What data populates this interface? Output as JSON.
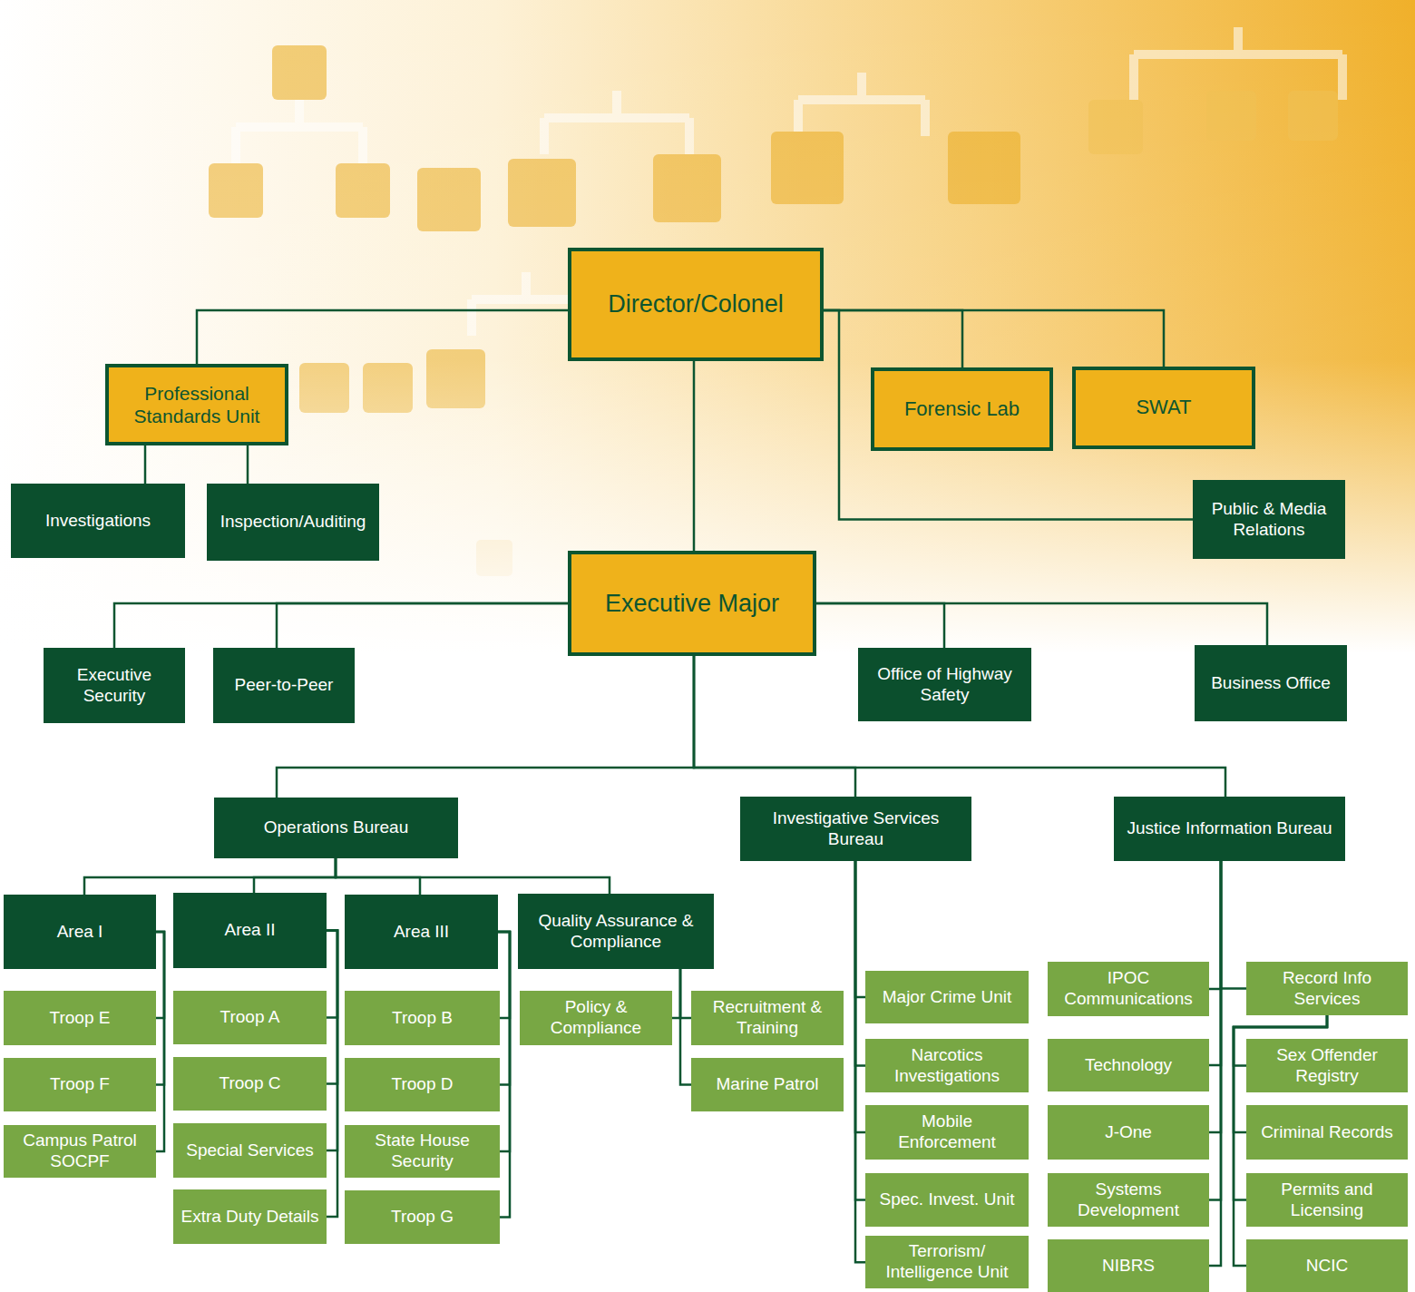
{
  "diagram": {
    "nodes": [
      {
        "text": [
          "Director/Colonel"
        ]
      },
      {
        "text": [
          "Professional Standards Unit"
        ]
      },
      {
        "text": [
          "Forensic Lab"
        ]
      },
      {
        "text": [
          "SWAT"
        ]
      },
      {
        "text": [
          "Investigations"
        ]
      },
      {
        "text": [
          "Inspection/Auditing"
        ]
      },
      {
        "text": [
          "Public & Media Relations"
        ]
      },
      {
        "text": [
          "Executive Major"
        ]
      },
      {
        "text": [
          "Executive Security"
        ]
      },
      {
        "text": [
          "Peer-to-Peer"
        ]
      },
      {
        "text": [
          "Office of Highway Safety"
        ]
      },
      {
        "text": [
          "Business Office"
        ]
      },
      {
        "text": [
          "Operations Bureau"
        ]
      },
      {
        "text": [
          "Investigative Services Bureau"
        ]
      },
      {
        "text": [
          "Justice Information Bureau"
        ]
      },
      {
        "text": [
          "Area I"
        ]
      },
      {
        "text": [
          "Area II"
        ]
      },
      {
        "text": [
          "Area III"
        ]
      },
      {
        "text": [
          "Quality Assurance & Compliance"
        ]
      },
      {
        "text": [
          "Troop E"
        ]
      },
      {
        "text": [
          "Troop F"
        ]
      },
      {
        "text": [
          "Campus Patrol SOCPF"
        ]
      },
      {
        "text": [
          "Troop A"
        ]
      },
      {
        "text": [
          "Troop C"
        ]
      },
      {
        "text": [
          "Special Services"
        ]
      },
      {
        "text": [
          "Extra Duty Details"
        ]
      },
      {
        "text": [
          "Troop B"
        ]
      },
      {
        "text": [
          "Troop D"
        ]
      },
      {
        "text": [
          "State House Security"
        ]
      },
      {
        "text": [
          "Troop G"
        ]
      },
      {
        "text": [
          "Policy & Compliance"
        ]
      },
      {
        "text": [
          "Recruitment & Training"
        ]
      },
      {
        "text": [
          "Marine Patrol"
        ]
      },
      {
        "text": [
          "Major Crime Unit"
        ]
      },
      {
        "text": [
          "Narcotics Investigations"
        ]
      },
      {
        "text": [
          "Mobile Enforcement"
        ]
      },
      {
        "text": [
          "Spec. Invest. Unit"
        ]
      },
      {
        "text": [
          "Terrorism/ Intelligence Unit"
        ]
      },
      {
        "text": [
          "IPOC Communications"
        ]
      },
      {
        "text": [
          "Record Info Services"
        ]
      },
      {
        "text": [
          "Technology"
        ]
      },
      {
        "text": [
          "Sex Offender Registry"
        ]
      },
      {
        "text": [
          "J-One"
        ]
      },
      {
        "text": [
          "Criminal Records"
        ]
      },
      {
        "text": [
          "Systems Development"
        ]
      },
      {
        "text": [
          "Permits and Licensing"
        ]
      },
      {
        "text": [
          "NIBRS"
        ]
      },
      {
        "text": [
          "NCIC"
        ]
      }
    ],
    "edges": [
      {
        "from": 0,
        "to": 1,
        "arrow": "none"
      },
      {
        "from": 0,
        "to": 2,
        "arrow": "none"
      },
      {
        "from": 0,
        "to": 3,
        "arrow": "none"
      },
      {
        "from": 0,
        "to": 6,
        "arrow": "none"
      },
      {
        "from": 0,
        "to": 7,
        "arrow": "none"
      },
      {
        "from": 1,
        "to": 4,
        "arrow": "none"
      },
      {
        "from": 1,
        "to": 5,
        "arrow": "none"
      },
      {
        "from": 7,
        "to": 8,
        "arrow": "none"
      },
      {
        "from": 7,
        "to": 9,
        "arrow": "none"
      },
      {
        "from": 7,
        "to": 10,
        "arrow": "none"
      },
      {
        "from": 7,
        "to": 11,
        "arrow": "none"
      },
      {
        "from": 7,
        "to": 12,
        "arrow": "none"
      },
      {
        "from": 7,
        "to": 13,
        "arrow": "none"
      },
      {
        "from": 7,
        "to": 14,
        "arrow": "none"
      },
      {
        "from": 12,
        "to": 15,
        "arrow": "none"
      },
      {
        "from": 12,
        "to": 16,
        "arrow": "none"
      },
      {
        "from": 12,
        "to": 17,
        "arrow": "none"
      },
      {
        "from": 12,
        "to": 18,
        "arrow": "none"
      },
      {
        "from": 15,
        "to": 19,
        "arrow": "none"
      },
      {
        "from": 15,
        "to": 20,
        "arrow": "none"
      },
      {
        "from": 15,
        "to": 21,
        "arrow": "none"
      },
      {
        "from": 16,
        "to": 22,
        "arrow": "none"
      },
      {
        "from": 16,
        "to": 23,
        "arrow": "none"
      },
      {
        "from": 16,
        "to": 24,
        "arrow": "none"
      },
      {
        "from": 16,
        "to": 25,
        "arrow": "none"
      },
      {
        "from": 17,
        "to": 26,
        "arrow": "none"
      },
      {
        "from": 17,
        "to": 27,
        "arrow": "none"
      },
      {
        "from": 17,
        "to": 28,
        "arrow": "none"
      },
      {
        "from": 17,
        "to": 29,
        "arrow": "none"
      },
      {
        "from": 18,
        "to": 30,
        "arrow": "none"
      },
      {
        "from": 18,
        "to": 31,
        "arrow": "none"
      },
      {
        "from": 18,
        "to": 32,
        "arrow": "none"
      },
      {
        "from": 13,
        "to": 33,
        "arrow": "none"
      },
      {
        "from": 13,
        "to": 34,
        "arrow": "none"
      },
      {
        "from": 13,
        "to": 35,
        "arrow": "none"
      },
      {
        "from": 13,
        "to": 36,
        "arrow": "none"
      },
      {
        "from": 13,
        "to": 37,
        "arrow": "none"
      },
      {
        "from": 14,
        "to": 38,
        "arrow": "none"
      },
      {
        "from": 14,
        "to": 39,
        "arrow": "none"
      },
      {
        "from": 14,
        "to": 40,
        "arrow": "none"
      },
      {
        "from": 14,
        "to": 42,
        "arrow": "none"
      },
      {
        "from": 14,
        "to": 44,
        "arrow": "none"
      },
      {
        "from": 14,
        "to": 46,
        "arrow": "none"
      },
      {
        "from": 39,
        "to": 41,
        "arrow": "none"
      },
      {
        "from": 39,
        "to": 43,
        "arrow": "none"
      },
      {
        "from": 39,
        "to": 45,
        "arrow": "none"
      },
      {
        "from": 39,
        "to": 47,
        "arrow": "none"
      }
    ]
  }
}
